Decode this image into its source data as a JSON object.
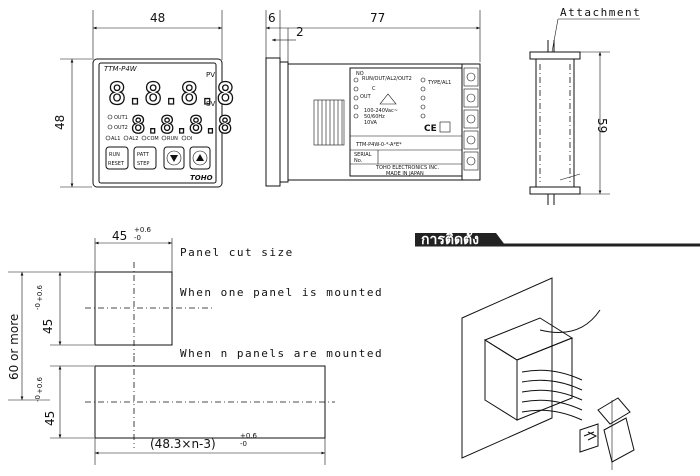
{
  "front": {
    "width_dim": "48",
    "height_dim": "48",
    "model": "TTM-P4W",
    "pv_label": "PV",
    "sv_label": "SV",
    "seg_text": "8.8.8.8",
    "led_out1": "OUT1",
    "led_out2": "OUT2",
    "led_al1": "AL1",
    "led_al2": "AL2",
    "led_com": "COM",
    "led_run": "RUN",
    "led_di": "DI",
    "btn_run": "RUN",
    "btn_reset": "RESET",
    "btn_patt": "PATT",
    "btn_step": "STEP",
    "brand": "TOHO"
  },
  "side": {
    "dim_6": "6",
    "dim_2": "2",
    "dim_77": "77",
    "label_no": "NO",
    "label_runout": "RUN/OUT/AL2/OUT2",
    "label_c": "C",
    "label_type": "TYPE/AL1",
    "label_out": "OUT",
    "label_power": "100-240Vac~",
    "label_freq": "50/60Hz",
    "label_va": "10VA",
    "label_ce": "CE",
    "model_code": "TTM-P4W-0-*-A*E*",
    "serial_label": "SERIAL",
    "serial_no": "No.",
    "maker": "TOHO ELECTRONICS INC.",
    "made_in": "MADE IN JAPAN"
  },
  "attachment": {
    "label": "Attachment",
    "dim_59": "59"
  },
  "cutout": {
    "title": "Panel cut size",
    "width_dim": "45",
    "tol_plus": "+0.6",
    "tol_minus": "-0",
    "one_panel": "When one panel is mounted",
    "n_panels": "When n panels are mounted",
    "height_dim": "45",
    "spacing": "60 or more",
    "formula": "(48.3×n-3)"
  },
  "install": {
    "header": "การติดตั้ง"
  }
}
